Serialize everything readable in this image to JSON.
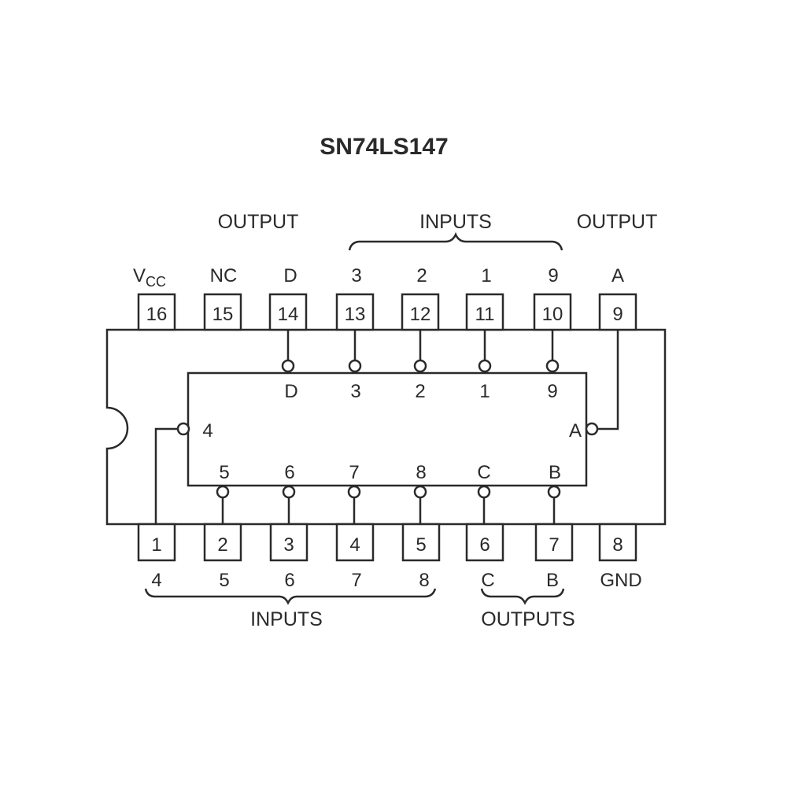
{
  "title": "SN74LS147",
  "top_groups": {
    "output_left": "OUTPUT",
    "inputs": "INPUTS",
    "output_right": "OUTPUT"
  },
  "bottom_groups": {
    "inputs": "INPUTS",
    "outputs": "OUTPUTS"
  },
  "top_pins": [
    {
      "num": "16",
      "label": "V",
      "label_sub": "CC"
    },
    {
      "num": "15",
      "label": "NC"
    },
    {
      "num": "14",
      "label": "D",
      "inner": "D"
    },
    {
      "num": "13",
      "label": "3",
      "inner": "3"
    },
    {
      "num": "12",
      "label": "2",
      "inner": "2"
    },
    {
      "num": "11",
      "label": "1",
      "inner": "1"
    },
    {
      "num": "10",
      "label": "9",
      "inner": "9"
    },
    {
      "num": "9",
      "label": "A",
      "inner": "A"
    }
  ],
  "bottom_pins": [
    {
      "num": "1",
      "label": "4",
      "inner": "4"
    },
    {
      "num": "2",
      "label": "5",
      "inner": "5"
    },
    {
      "num": "3",
      "label": "6",
      "inner": "6"
    },
    {
      "num": "4",
      "label": "7",
      "inner": "7"
    },
    {
      "num": "5",
      "label": "8",
      "inner": "8"
    },
    {
      "num": "6",
      "label": "C",
      "inner": "C"
    },
    {
      "num": "7",
      "label": "B",
      "inner": "B"
    },
    {
      "num": "8",
      "label": "GND"
    }
  ]
}
